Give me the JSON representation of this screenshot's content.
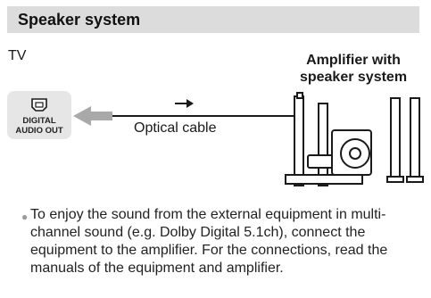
{
  "section": {
    "title": "Speaker system"
  },
  "diagram": {
    "tv_label": "TV",
    "port_label_line1": "DIGITAL",
    "port_label_line2": "AUDIO OUT",
    "cable_label": "Optical cable",
    "amp_label_line1": "Amplifier with",
    "amp_label_line2": "speaker system",
    "port_icon": "optical-port-icon",
    "colors": {
      "port_box": "#e6e6e6",
      "plug_arrow": "#a9a9a9",
      "header_bg": "#dcdcdc"
    }
  },
  "note": {
    "text": "To enjoy the sound from the external equipment in multi-channel sound (e.g. Dolby Digital 5.1ch), connect the equipment to the amplifier. For the connections, read the manuals of the equipment and amplifier."
  }
}
